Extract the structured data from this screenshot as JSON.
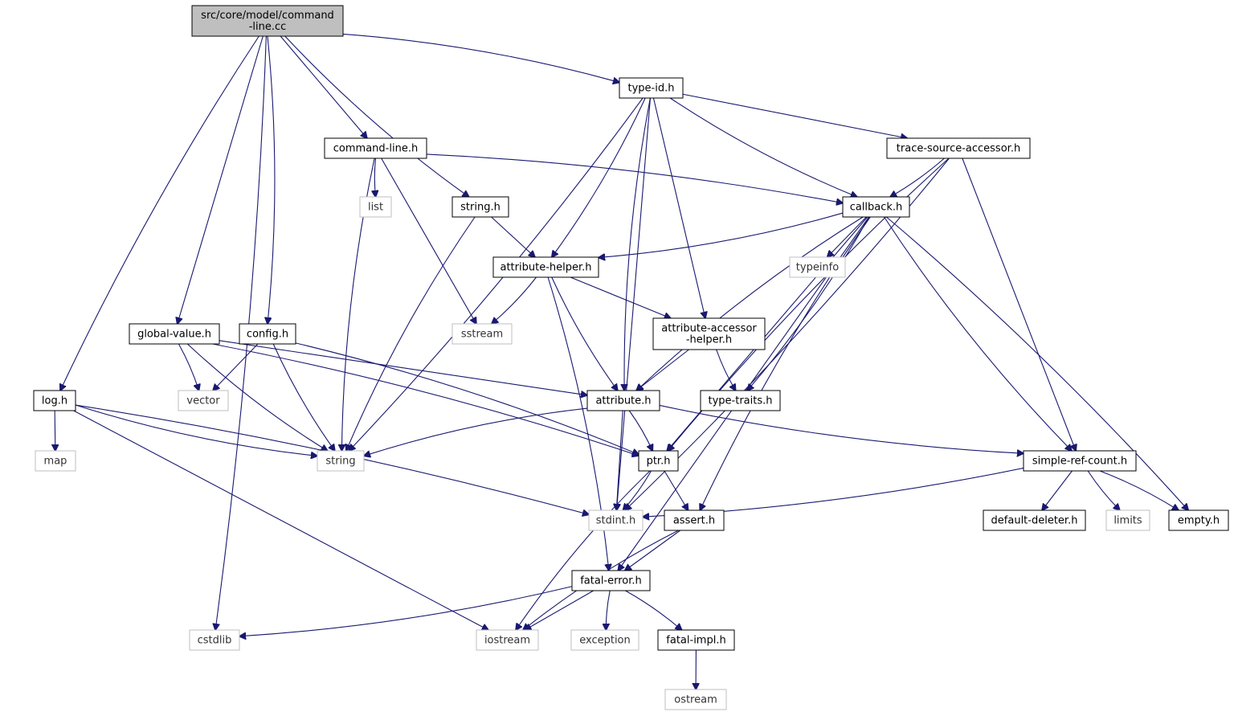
{
  "nodes": [
    {
      "id": "root",
      "lines": [
        "src/core/model/command",
        "-line.cc"
      ],
      "kind": "root"
    },
    {
      "id": "typeid",
      "lines": [
        "type-id.h"
      ],
      "kind": "local"
    },
    {
      "id": "cmdline",
      "lines": [
        "command-line.h"
      ],
      "kind": "local"
    },
    {
      "id": "tracesrc",
      "lines": [
        "trace-source-accessor.h"
      ],
      "kind": "local"
    },
    {
      "id": "list",
      "lines": [
        "list"
      ],
      "kind": "external"
    },
    {
      "id": "stringh",
      "lines": [
        "string.h"
      ],
      "kind": "local"
    },
    {
      "id": "callback",
      "lines": [
        "callback.h"
      ],
      "kind": "local"
    },
    {
      "id": "attrhelper",
      "lines": [
        "attribute-helper.h"
      ],
      "kind": "local"
    },
    {
      "id": "typeinfo",
      "lines": [
        "typeinfo"
      ],
      "kind": "external"
    },
    {
      "id": "globalvalue",
      "lines": [
        "global-value.h"
      ],
      "kind": "local"
    },
    {
      "id": "config",
      "lines": [
        "config.h"
      ],
      "kind": "local"
    },
    {
      "id": "sstream",
      "lines": [
        "sstream"
      ],
      "kind": "external"
    },
    {
      "id": "attraccessor",
      "lines": [
        "attribute-accessor",
        "-helper.h"
      ],
      "kind": "local"
    },
    {
      "id": "logh",
      "lines": [
        "log.h"
      ],
      "kind": "local"
    },
    {
      "id": "vector",
      "lines": [
        "vector"
      ],
      "kind": "external"
    },
    {
      "id": "attribute",
      "lines": [
        "attribute.h"
      ],
      "kind": "local"
    },
    {
      "id": "typetraits",
      "lines": [
        "type-traits.h"
      ],
      "kind": "local"
    },
    {
      "id": "map",
      "lines": [
        "map"
      ],
      "kind": "external"
    },
    {
      "id": "string",
      "lines": [
        "string"
      ],
      "kind": "external"
    },
    {
      "id": "ptr",
      "lines": [
        "ptr.h"
      ],
      "kind": "local"
    },
    {
      "id": "simpleref",
      "lines": [
        "simple-ref-count.h"
      ],
      "kind": "local"
    },
    {
      "id": "stdint",
      "lines": [
        "stdint.h"
      ],
      "kind": "external"
    },
    {
      "id": "assert",
      "lines": [
        "assert.h"
      ],
      "kind": "local"
    },
    {
      "id": "defdeleter",
      "lines": [
        "default-deleter.h"
      ],
      "kind": "local"
    },
    {
      "id": "limits",
      "lines": [
        "limits"
      ],
      "kind": "external"
    },
    {
      "id": "empty",
      "lines": [
        "empty.h"
      ],
      "kind": "local"
    },
    {
      "id": "fatalerror",
      "lines": [
        "fatal-error.h"
      ],
      "kind": "local"
    },
    {
      "id": "cstdlib",
      "lines": [
        "cstdlib"
      ],
      "kind": "external"
    },
    {
      "id": "iostream",
      "lines": [
        "iostream"
      ],
      "kind": "external"
    },
    {
      "id": "exception",
      "lines": [
        "exception"
      ],
      "kind": "external"
    },
    {
      "id": "fatalimpl",
      "lines": [
        "fatal-impl.h"
      ],
      "kind": "local"
    },
    {
      "id": "ostream",
      "lines": [
        "ostream"
      ],
      "kind": "external"
    }
  ],
  "edges": [
    [
      "root",
      "typeid"
    ],
    [
      "root",
      "cmdline"
    ],
    [
      "root",
      "stringh"
    ],
    [
      "root",
      "config"
    ],
    [
      "root",
      "globalvalue"
    ],
    [
      "root",
      "logh"
    ],
    [
      "root",
      "cstdlib"
    ],
    [
      "typeid",
      "tracesrc"
    ],
    [
      "typeid",
      "callback"
    ],
    [
      "typeid",
      "attrhelper"
    ],
    [
      "typeid",
      "attraccessor"
    ],
    [
      "typeid",
      "attribute"
    ],
    [
      "typeid",
      "string"
    ],
    [
      "typeid",
      "stdint"
    ],
    [
      "cmdline",
      "list"
    ],
    [
      "cmdline",
      "callback"
    ],
    [
      "cmdline",
      "sstream"
    ],
    [
      "cmdline",
      "string"
    ],
    [
      "tracesrc",
      "callback"
    ],
    [
      "tracesrc",
      "simpleref"
    ],
    [
      "tracesrc",
      "ptr"
    ],
    [
      "tracesrc",
      "stdint"
    ],
    [
      "stringh",
      "attrhelper"
    ],
    [
      "stringh",
      "string"
    ],
    [
      "callback",
      "attrhelper"
    ],
    [
      "callback",
      "typeinfo"
    ],
    [
      "callback",
      "attribute"
    ],
    [
      "callback",
      "typetraits"
    ],
    [
      "callback",
      "ptr"
    ],
    [
      "callback",
      "simpleref"
    ],
    [
      "callback",
      "empty"
    ],
    [
      "callback",
      "fatalerror"
    ],
    [
      "callback",
      "assert"
    ],
    [
      "attrhelper",
      "sstream"
    ],
    [
      "attrhelper",
      "attraccessor"
    ],
    [
      "attrhelper",
      "attribute"
    ],
    [
      "attrhelper",
      "fatalerror"
    ],
    [
      "attraccessor",
      "attribute"
    ],
    [
      "attraccessor",
      "typetraits"
    ],
    [
      "globalvalue",
      "vector"
    ],
    [
      "globalvalue",
      "attribute"
    ],
    [
      "globalvalue",
      "string"
    ],
    [
      "globalvalue",
      "ptr"
    ],
    [
      "config",
      "vector"
    ],
    [
      "config",
      "string"
    ],
    [
      "config",
      "ptr"
    ],
    [
      "logh",
      "map"
    ],
    [
      "logh",
      "string"
    ],
    [
      "logh",
      "stdint"
    ],
    [
      "logh",
      "iostream"
    ],
    [
      "attribute",
      "string"
    ],
    [
      "attribute",
      "ptr"
    ],
    [
      "attribute",
      "stdint"
    ],
    [
      "attribute",
      "simpleref"
    ],
    [
      "ptr",
      "stdint"
    ],
    [
      "ptr",
      "assert"
    ],
    [
      "ptr",
      "iostream"
    ],
    [
      "simpleref",
      "stdint"
    ],
    [
      "simpleref",
      "defdeleter"
    ],
    [
      "simpleref",
      "limits"
    ],
    [
      "simpleref",
      "empty"
    ],
    [
      "assert",
      "fatalerror"
    ],
    [
      "assert",
      "iostream"
    ],
    [
      "fatalerror",
      "cstdlib"
    ],
    [
      "fatalerror",
      "iostream"
    ],
    [
      "fatalerror",
      "exception"
    ],
    [
      "fatalerror",
      "fatalimpl"
    ],
    [
      "fatalimpl",
      "ostream"
    ]
  ],
  "colors": {
    "edge": "#191970",
    "root_fill": "#bfbfbf",
    "local_border": "#000000",
    "external_border": "#bfbfbf",
    "external_text": "#333333"
  }
}
